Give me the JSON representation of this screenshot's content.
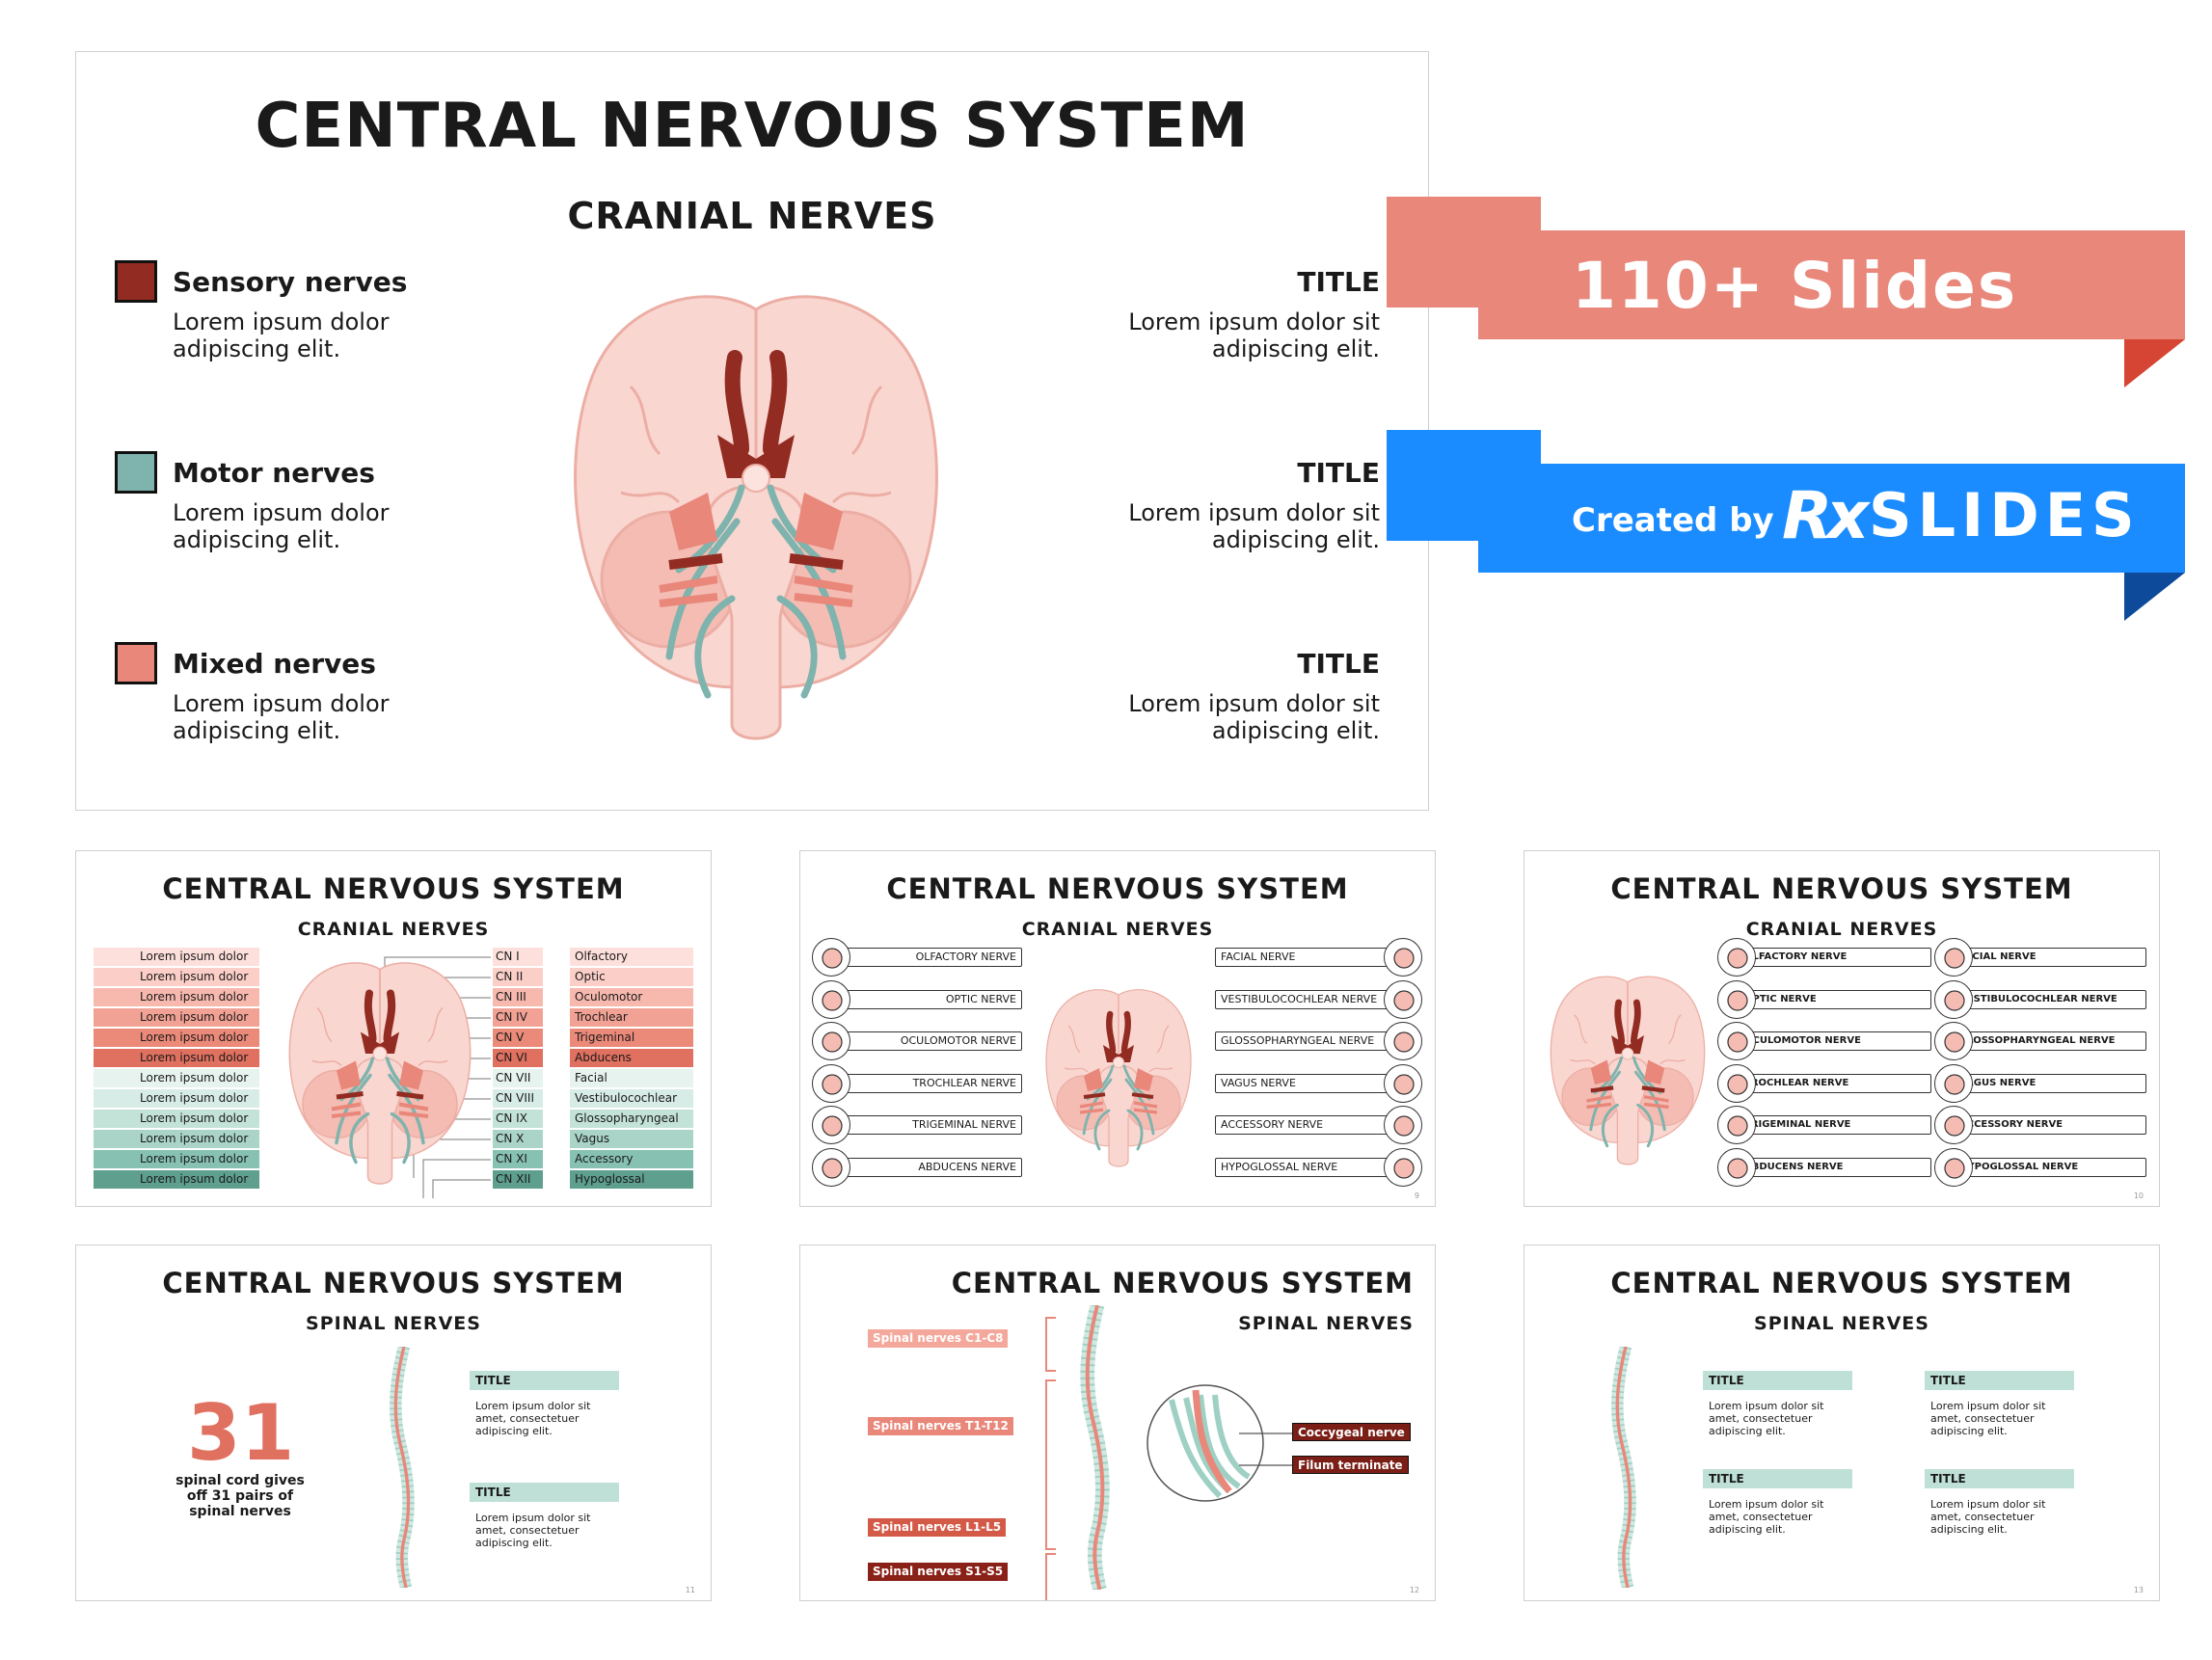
{
  "main": {
    "title": "CENTRAL NERVOUS SYSTEM",
    "subtitle": "CRANIAL NERVES",
    "legend": [
      {
        "label": "Sensory nerves",
        "desc1": "Lorem ipsum dolor",
        "desc2": "adipiscing elit.",
        "color": "#922b21"
      },
      {
        "label": "Motor nerves",
        "desc1": "Lorem ipsum dolor",
        "desc2": "adipiscing elit.",
        "color": "#7fb3ad"
      },
      {
        "label": "Mixed nerves",
        "desc1": "Lorem ipsum dolor",
        "desc2": "adipiscing elit.",
        "color": "#e8877a"
      }
    ],
    "right": [
      {
        "title": "TITLE",
        "desc1": "Lorem ipsum dolor sit",
        "desc2": "adipiscing elit."
      },
      {
        "title": "TITLE",
        "desc1": "Lorem ipsum dolor sit",
        "desc2": "adipiscing elit."
      },
      {
        "title": "TITLE",
        "desc1": "Lorem ipsum dolor sit",
        "desc2": "adipiscing elit."
      }
    ]
  },
  "banners": {
    "slides": "110+ Slides",
    "created_by": "Created by",
    "brand_rx": "Rx",
    "brand_name": "SLIDES",
    "red": "#e8877a",
    "blue": "#1a8cff"
  },
  "slide2": {
    "title": "CENTRAL NERVOUS SYSTEM",
    "subtitle": "CRANIAL NERVES",
    "rows": [
      {
        "lorem": "Lorem ipsum dolor",
        "cn": "CN I",
        "name": "Olfactory"
      },
      {
        "lorem": "Lorem ipsum dolor",
        "cn": "CN II",
        "name": "Optic"
      },
      {
        "lorem": "Lorem ipsum dolor",
        "cn": "CN III",
        "name": "Oculomotor"
      },
      {
        "lorem": "Lorem ipsum dolor",
        "cn": "CN IV",
        "name": "Trochlear"
      },
      {
        "lorem": "Lorem ipsum dolor",
        "cn": "CN V",
        "name": "Trigeminal"
      },
      {
        "lorem": "Lorem ipsum dolor",
        "cn": "CN VI",
        "name": "Abducens"
      },
      {
        "lorem": "Lorem ipsum dolor",
        "cn": "CN VII",
        "name": "Facial"
      },
      {
        "lorem": "Lorem ipsum dolor",
        "cn": "CN VIII",
        "name": "Vestibulocochlear"
      },
      {
        "lorem": "Lorem ipsum dolor",
        "cn": "CN IX",
        "name": "Glossopharyngeal"
      },
      {
        "lorem": "Lorem ipsum dolor",
        "cn": "CN X",
        "name": "Vagus"
      },
      {
        "lorem": "Lorem ipsum dolor",
        "cn": "CN XI",
        "name": "Accessory"
      },
      {
        "lorem": "Lorem ipsum dolor",
        "cn": "CN XII",
        "name": "Hypoglossal"
      }
    ]
  },
  "slide3": {
    "title": "CENTRAL NERVOUS SYSTEM",
    "subtitle": "CRANIAL NERVES",
    "left": [
      "OLFACTORY NERVE",
      "OPTIC NERVE",
      "OCULOMOTOR NERVE",
      "TROCHLEAR NERVE",
      "TRIGEMINAL NERVE",
      "ABDUCENS NERVE"
    ],
    "right": [
      "FACIAL NERVE",
      "VESTIBULOCOCHLEAR NERVE",
      "GLOSSOPHARYNGEAL NERVE",
      "VAGUS NERVE",
      "ACCESSORY NERVE",
      "HYPOGLOSSAL NERVE"
    ],
    "page": "9"
  },
  "slide4": {
    "title": "CENTRAL NERVOUS SYSTEM",
    "subtitle": "CRANIAL NERVES",
    "left": [
      "OLFACTORY NERVE",
      "OPTIC NERVE",
      "OCULOMOTOR NERVE",
      "TROCHLEAR NERVE",
      "TRIGEMINAL NERVE",
      "ABDUCENS NERVE"
    ],
    "right": [
      "FACIAL NERVE",
      "VESTIBULOCOCHLEAR NERVE",
      "GLOSSOPHARYNGEAL NERVE",
      "VAGUS NERVE",
      "ACCESSORY NERVE",
      "HYPOGLOSSAL NERVE"
    ],
    "page": "10"
  },
  "slide5": {
    "title": "CENTRAL NERVOUS SYSTEM",
    "subtitle": "SPINAL NERVES",
    "big": "31",
    "big_caption": [
      "spinal cord gives",
      "off 31 pairs of",
      "spinal nerves"
    ],
    "blocks": [
      {
        "title": "TITLE",
        "lines": [
          "Lorem ipsum dolor sit",
          "amet, consectetuer",
          "adipiscing elit."
        ]
      },
      {
        "title": "TITLE",
        "lines": [
          "Lorem ipsum dolor sit",
          "amet, consectetuer",
          "adipiscing elit."
        ]
      }
    ],
    "page": "11"
  },
  "slide6": {
    "title": "CENTRAL NERVOUS SYSTEM",
    "subtitle": "SPINAL NERVES",
    "tags": [
      "Spinal nerves C1-C8",
      "Spinal nerves T1-T12",
      "Spinal nerves L1-L5",
      "Spinal nerves S1-S5"
    ],
    "callouts": [
      "Coccygeal nerve",
      "Filum terminate"
    ],
    "page": "12"
  },
  "slide7": {
    "title": "CENTRAL NERVOUS SYSTEM",
    "subtitle": "SPINAL NERVES",
    "blocks": [
      {
        "title": "TITLE",
        "lines": [
          "Lorem ipsum dolor sit",
          "amet, consectetuer",
          "adipiscing elit."
        ]
      },
      {
        "title": "TITLE",
        "lines": [
          "Lorem ipsum dolor sit",
          "amet, consectetuer",
          "adipiscing elit."
        ]
      },
      {
        "title": "TITLE",
        "lines": [
          "Lorem ipsum dolor sit",
          "amet, consectetuer",
          "adipiscing elit."
        ]
      },
      {
        "title": "TITLE",
        "lines": [
          "Lorem ipsum dolor sit",
          "amet, consectetuer",
          "adipiscing elit."
        ]
      }
    ],
    "page": "13"
  }
}
